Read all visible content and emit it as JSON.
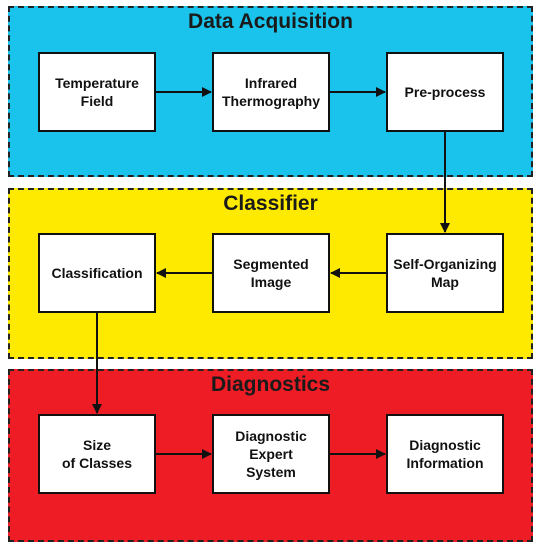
{
  "colors": {
    "acquisition_bg": "#1ac3ec",
    "classifier_bg": "#fdea00",
    "diagnostics_bg": "#ee1c24",
    "box_bg": "#ffffff",
    "line": "#111111"
  },
  "sections": {
    "acquisition": {
      "title": "Data Acquisition",
      "boxes": {
        "temperature_field": "Temperature\nField",
        "infrared_thermography": "Infrared\nThermography",
        "pre_process": "Pre-process"
      }
    },
    "classifier": {
      "title": "Classifier",
      "boxes": {
        "classification": "Classification",
        "segmented_image": "Segmented\nImage",
        "self_organizing_map": "Self-Organizing\nMap"
      }
    },
    "diagnostics": {
      "title": "Diagnostics",
      "boxes": {
        "size_of_classes": "Size\nof Classes",
        "diagnostic_expert_system": "Diagnostic\nExpert\nSystem",
        "diagnostic_information": "Diagnostic\nInformation"
      }
    }
  }
}
